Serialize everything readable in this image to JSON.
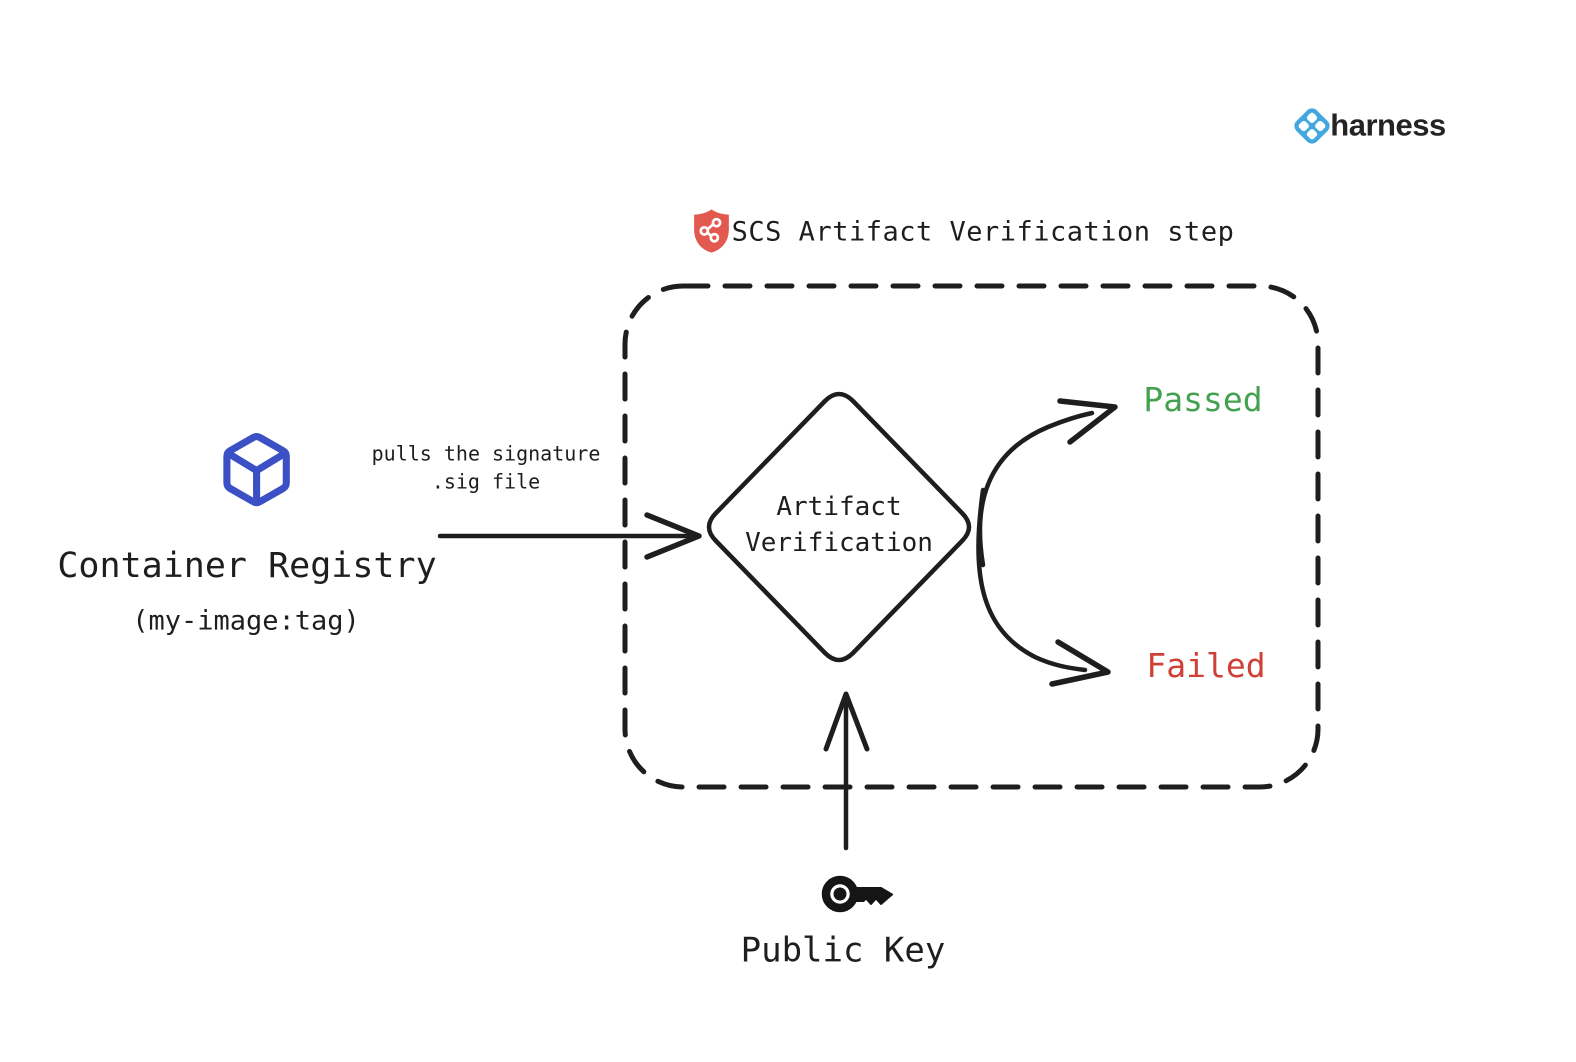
{
  "canvas": {
    "background": "#ffffff",
    "ink": "#1e1e1e"
  },
  "brand": {
    "name": "harness",
    "icon": "harness-logo-icon",
    "icon_color": "#42a7df",
    "text_color": "#232323"
  },
  "step": {
    "title": "SCS Artifact Verification step",
    "icon": "shield-pipeline-icon",
    "icon_color": "#e25950"
  },
  "nodes": {
    "registry": {
      "label": "Container Registry",
      "sublabel": "(my-image:tag)",
      "icon": "container-cube-icon",
      "icon_color": "#3a50c4"
    },
    "decision": {
      "label": "Artifact\nVerification"
    },
    "public_key": {
      "label": "Public Key",
      "icon": "key-icon"
    }
  },
  "edges": {
    "pull": {
      "label": "pulls the signature\n.sig file"
    },
    "passed": {
      "label": "Passed",
      "color": "#44a14f"
    },
    "failed": {
      "label": "Failed",
      "color": "#cf4037"
    }
  }
}
